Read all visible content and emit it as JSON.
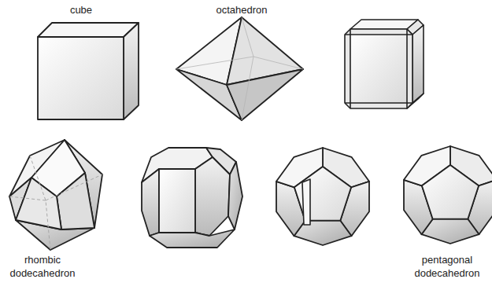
{
  "diagram": {
    "labels": [
      "cube",
      "octahedron",
      "rhombic dodecahedron",
      "pentagonal dodecahedron"
    ]
  }
}
